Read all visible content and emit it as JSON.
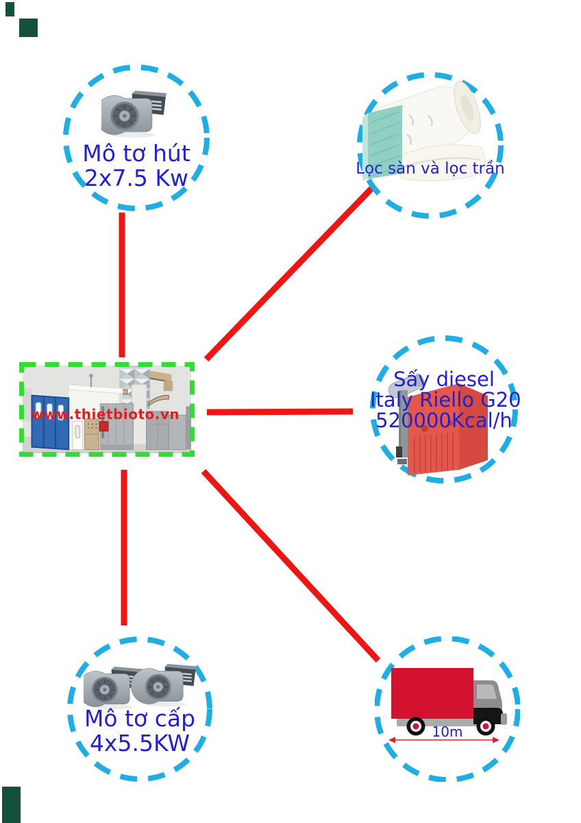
{
  "colors": {
    "dash": "#1fade4",
    "line": "#ee1515",
    "green": "#30dd30",
    "blue": "#2121cd",
    "redtext": "#e02020",
    "truckred": "#d2122e",
    "dimred": "#e8192c",
    "mark": "#14503a"
  },
  "nodes": {
    "exhaust_motor": {
      "line1": "Mô tơ hút",
      "line2": "2x7.5 Kw"
    },
    "filters": {
      "label": "Lọc sàn và lọc trần"
    },
    "booth": {
      "watermark": "www.thietbioto.vn"
    },
    "dryer": {
      "line1": "Sấy diesel",
      "line2": "Italy Riello G20",
      "line3": "520000Kcal/h"
    },
    "supply_motor": {
      "line1": "Mô tơ cấp",
      "line2": "4x5.5KW"
    },
    "truck": {
      "dimension": "10m"
    }
  }
}
